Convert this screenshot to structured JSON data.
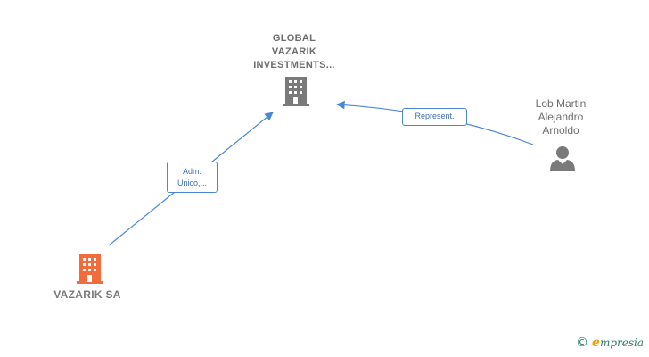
{
  "nodes": {
    "global": {
      "label_lines": [
        "GLOBAL",
        "VAZARIK",
        "INVESTMENTS..."
      ],
      "icon": "building-icon",
      "color": "#7a7a7a"
    },
    "vazarik": {
      "label": "VAZARIK SA",
      "icon": "building-icon",
      "color": "#f26b3a"
    },
    "person": {
      "label_lines": [
        "Lob Martin",
        "Alejandro",
        "Arnoldo"
      ],
      "icon": "person-icon",
      "color": "#7a7a7a"
    }
  },
  "edges": {
    "adm": {
      "label_lines": [
        "Adm.",
        "Unico,..."
      ],
      "color": "#4a86d8"
    },
    "represent": {
      "label": "Represent.",
      "color": "#4a86d8"
    }
  },
  "brand": {
    "copyright": "©",
    "initial": "e",
    "rest": "mpresia"
  }
}
